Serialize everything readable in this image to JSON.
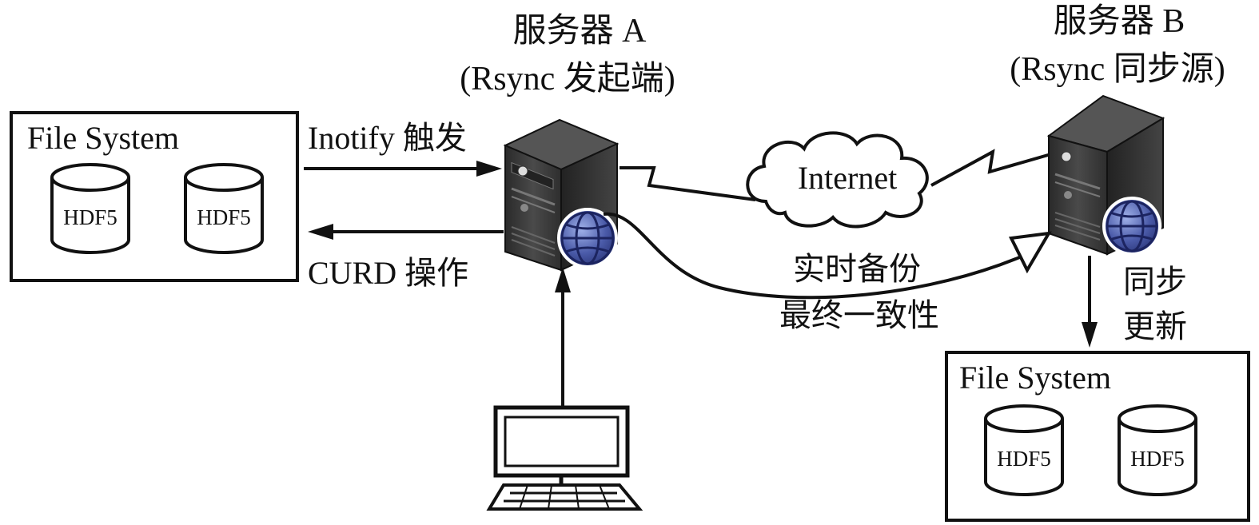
{
  "server_a": {
    "title": "服务器 A",
    "role": "(Rsync 发起端)"
  },
  "server_b": {
    "title": "服务器 B",
    "role": "(Rsync 同步源)"
  },
  "fs_left": {
    "title": "File System",
    "db1": "HDF5",
    "db2": "HDF5"
  },
  "fs_right": {
    "title": "File System",
    "db1": "HDF5",
    "db2": "HDF5"
  },
  "edges": {
    "inotify": "Inotify 触发",
    "curd": "CURD 操作",
    "backup_line1": "实时备份",
    "backup_line2": "最终一致性",
    "sync_line1": "同步",
    "sync_line2": "更新"
  },
  "cloud": {
    "label": "Internet"
  },
  "colors": {
    "stroke": "#111111",
    "globe": "#4a5aa8",
    "server_body": "#3a3a3a"
  }
}
